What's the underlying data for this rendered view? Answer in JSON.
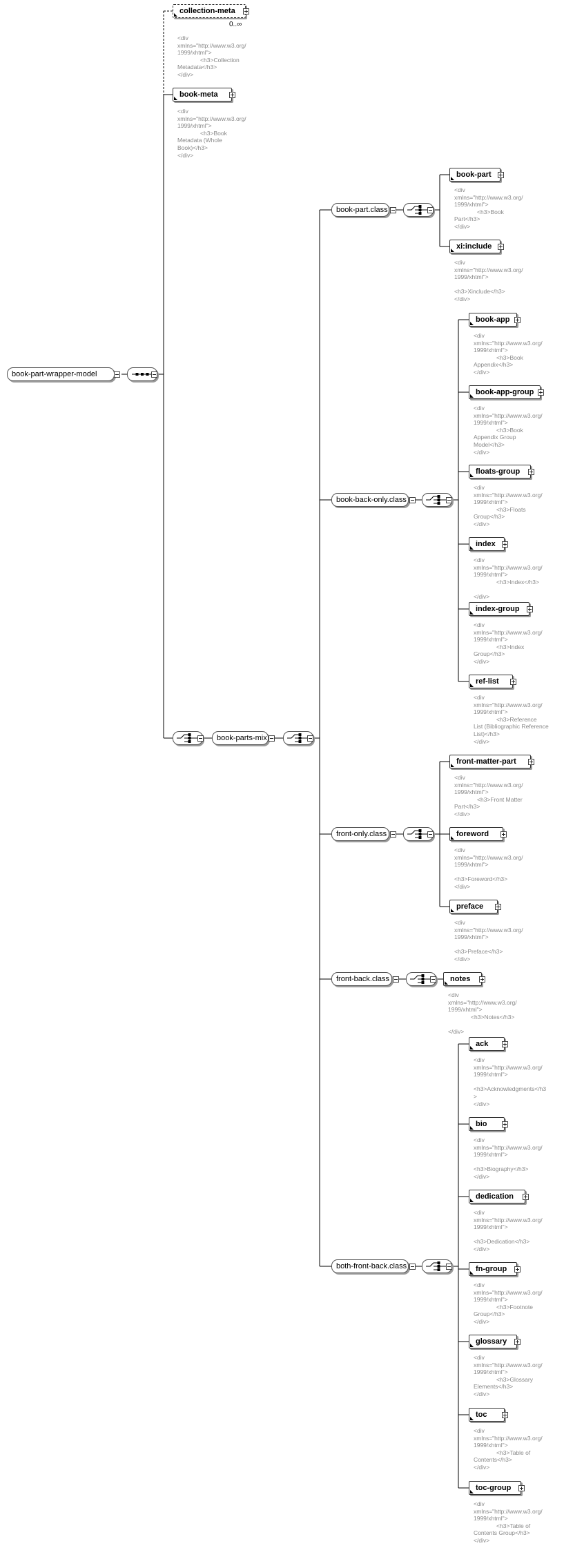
{
  "root": {
    "label": "book-part-wrapper-model"
  },
  "groups": {
    "book_parts_mix": "book-parts-mix",
    "book_part_class": "book-part.class",
    "book_back_only_class": "book-back-only.class",
    "front_only_class": "front-only.class",
    "front_back_class": "front-back.class",
    "both_front_back_class": "both-front-back.class"
  },
  "elements": {
    "collection_meta": {
      "label": "collection-meta",
      "occurs": "0..∞",
      "doc": "<div\nxmlns=\"http://www.w3.org/\n1999/xhtml\">\n              <h3>Collection\nMetadata</h3>\n</div>"
    },
    "book_meta": {
      "label": "book-meta",
      "doc": "<div\nxmlns=\"http://www.w3.org/\n1999/xhtml\">\n              <h3>Book\nMetadata (Whole\nBook)</h3>\n</div>"
    },
    "book_part": {
      "label": "book-part",
      "doc": "<div\nxmlns=\"http://www.w3.org/\n1999/xhtml\">\n              <h3>Book\nPart</h3>\n</div>"
    },
    "xiinclude": {
      "label": "xi:include",
      "doc": "<div\nxmlns=\"http://www.w3.org/\n1999/xhtml\">\n\n<h3>Xinclude</h3>\n</div>"
    },
    "book_app": {
      "label": "book-app",
      "doc": "<div\nxmlns=\"http://www.w3.org/\n1999/xhtml\">\n              <h3>Book\nAppendix</h3>\n</div>"
    },
    "book_app_group": {
      "label": "book-app-group",
      "doc": "<div\nxmlns=\"http://www.w3.org/\n1999/xhtml\">\n              <h3>Book\nAppendix Group\nModel</h3>\n</div>"
    },
    "floats_group": {
      "label": "floats-group",
      "doc": "<div\nxmlns=\"http://www.w3.org/\n1999/xhtml\">\n              <h3>Floats\nGroup</h3>\n</div>"
    },
    "index": {
      "label": "index",
      "doc": "<div\nxmlns=\"http://www.w3.org/\n1999/xhtml\">\n              <h3>Index</h3>\n\n</div>"
    },
    "index_group": {
      "label": "index-group",
      "doc": "<div\nxmlns=\"http://www.w3.org/\n1999/xhtml\">\n              <h3>Index\nGroup</h3>\n</div>"
    },
    "ref_list": {
      "label": "ref-list",
      "doc": "<div\nxmlns=\"http://www.w3.org/\n1999/xhtml\">\n              <h3>Reference\nList (Bibliographic Reference\nList)</h3>\n</div>"
    },
    "front_matter_part": {
      "label": "front-matter-part",
      "doc": "<div\nxmlns=\"http://www.w3.org/\n1999/xhtml\">\n              <h3>Front Matter\nPart</h3>\n</div>"
    },
    "foreword": {
      "label": "foreword",
      "doc": "<div\nxmlns=\"http://www.w3.org/\n1999/xhtml\">\n\n<h3>Foreword</h3>\n</div>"
    },
    "preface": {
      "label": "preface",
      "doc": "<div\nxmlns=\"http://www.w3.org/\n1999/xhtml\">\n\n<h3>Preface</h3>\n</div>"
    },
    "notes": {
      "label": "notes",
      "doc": "<div\nxmlns=\"http://www.w3.org/\n1999/xhtml\">\n              <h3>Notes</h3>\n\n</div>"
    },
    "ack": {
      "label": "ack",
      "doc": "<div\nxmlns=\"http://www.w3.org/\n1999/xhtml\">\n\n<h3>Acknowledgments</h3\n>\n</div>"
    },
    "bio": {
      "label": "bio",
      "doc": "<div\nxmlns=\"http://www.w3.org/\n1999/xhtml\">\n\n<h3>Biography</h3>\n</div>"
    },
    "dedication": {
      "label": "dedication",
      "doc": "<div\nxmlns=\"http://www.w3.org/\n1999/xhtml\">\n\n<h3>Dedication</h3>\n</div>"
    },
    "fn_group": {
      "label": "fn-group",
      "doc": "<div\nxmlns=\"http://www.w3.org/\n1999/xhtml\">\n              <h3>Footnote\nGroup</h3>\n</div>"
    },
    "glossary": {
      "label": "glossary",
      "doc": "<div\nxmlns=\"http://www.w3.org/\n1999/xhtml\">\n              <h3>Glossary\nElements</h3>\n</div>"
    },
    "toc": {
      "label": "toc",
      "doc": "<div\nxmlns=\"http://www.w3.org/\n1999/xhtml\">\n              <h3>Table of\nContents</h3>\n</div>"
    },
    "toc_group": {
      "label": "toc-group",
      "doc": "<div\nxmlns=\"http://www.w3.org/\n1999/xhtml\">\n              <h3>Table of\nContents Group</h3>\n</div>"
    }
  },
  "icons": {
    "sequence": "sequence-compositor-icon",
    "choice": "choice-compositor-icon",
    "expand": "plus-icon",
    "collapse": "minus-icon"
  },
  "colors": {
    "line": "#000000",
    "note": "#888888",
    "shadow": "#9a9a9a"
  }
}
